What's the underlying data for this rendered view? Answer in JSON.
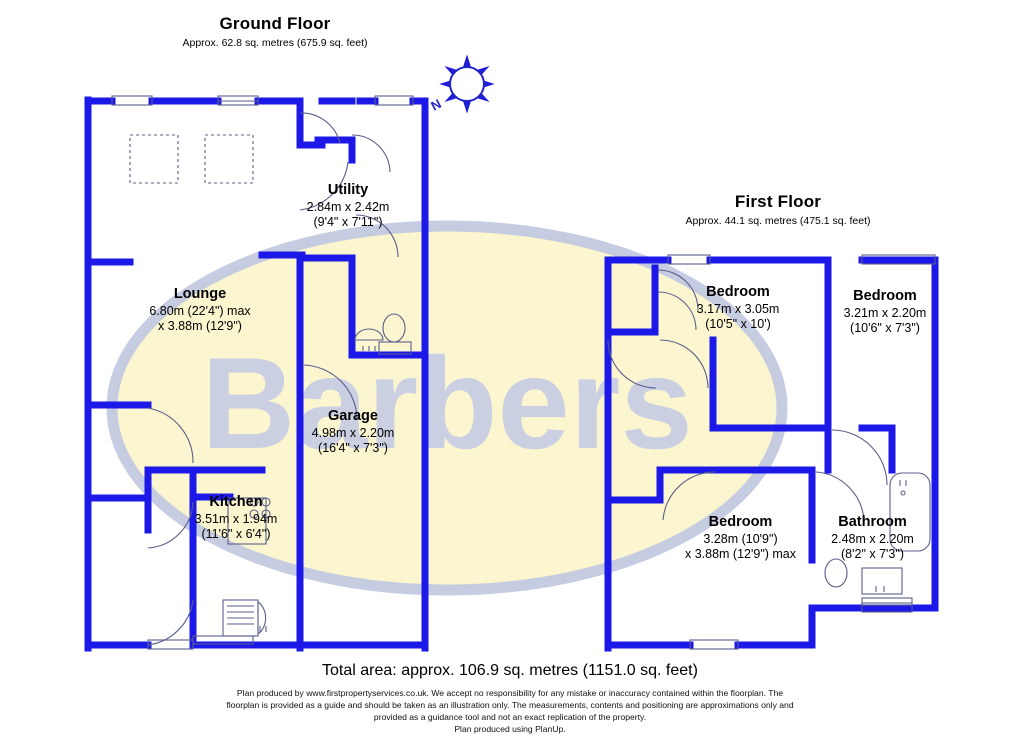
{
  "document": {
    "type": "floorplan",
    "wall_color": "#1b18e8",
    "room_fill": "#ffffff",
    "watermark_ellipse_color": "#fbf6cf",
    "watermark_ring_color": "#c3c9e0",
    "watermark_text": "Barbers",
    "watermark_text_color": "#c8cde4"
  },
  "compass": {
    "name": "compass-rose",
    "north_label": "N",
    "color": "#2222cc"
  },
  "floors": [
    {
      "id": "ground",
      "title": "Ground Floor",
      "subtitle": "Approx. 62.8 sq. metres (675.9 sq. feet)",
      "rooms": [
        {
          "id": "lounge",
          "name": "Lounge",
          "dim_line1": "6.80m (22'4\") max",
          "dim_line2": "x 3.88m (12'9\")"
        },
        {
          "id": "utility",
          "name": "Utility",
          "dim_line1": "2.84m x 2.42m",
          "dim_line2": "(9'4\" x 7'11\")"
        },
        {
          "id": "garage",
          "name": "Garage",
          "dim_line1": "4.98m x 2.20m",
          "dim_line2": "(16'4\" x 7'3\")"
        },
        {
          "id": "kitchen",
          "name": "Kitchen",
          "dim_line1": "3.51m x 1.94m",
          "dim_line2": "(11'6\" x 6'4\")"
        }
      ]
    },
    {
      "id": "first",
      "title": "First Floor",
      "subtitle": "Approx. 44.1 sq. metres (475.1 sq. feet)",
      "rooms": [
        {
          "id": "bedroom1",
          "name": "Bedroom",
          "dim_line1": "3.17m x 3.05m",
          "dim_line2": "(10'5\" x 10')"
        },
        {
          "id": "bedroom2",
          "name": "Bedroom",
          "dim_line1": "3.21m x 2.20m",
          "dim_line2": "(10'6\" x 7'3\")"
        },
        {
          "id": "bedroom3",
          "name": "Bedroom",
          "dim_line1": "3.28m (10'9\")",
          "dim_line2": "x 3.88m (12'9\") max"
        },
        {
          "id": "bathroom",
          "name": "Bathroom",
          "dim_line1": "2.48m x 2.20m",
          "dim_line2": "(8'2\" x 7'3\")"
        }
      ]
    }
  ],
  "footer": {
    "total_area": "Total area: approx. 106.9 sq. metres (1151.0 sq. feet)",
    "disclaimer_line1": "Plan produced by www.firstpropertyservices.co.uk. We accept no responsibility for any mistake or inaccuracy contained within the floorplan. The",
    "disclaimer_line2": "floorplan is provided as a guide and should be taken as an illustration only. The measurements, contents and positioning are approximations only and",
    "disclaimer_line3": "provided as a guidance tool and not an exact replication of the property.",
    "disclaimer_line4": "Plan produced using PlanUp."
  }
}
